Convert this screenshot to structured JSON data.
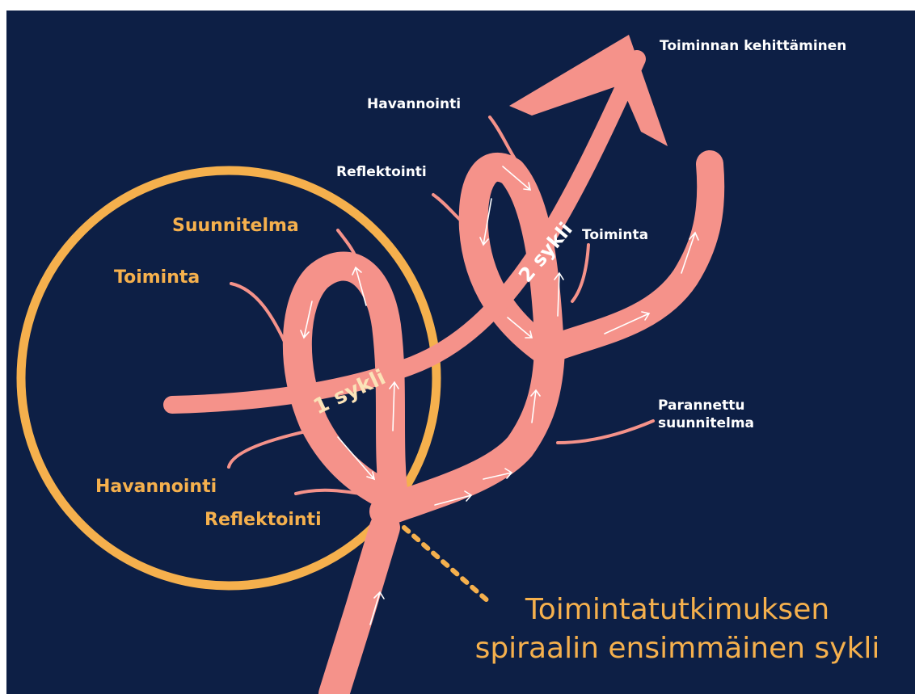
{
  "colors": {
    "background": "#0d1f45",
    "spiral": "#f5928a",
    "highlight_circle": "#f5b04d",
    "white_text": "#ffffff",
    "cycle_text": "#fbe3b8"
  },
  "labels": {
    "top_right": "Toiminnan kehittäminen",
    "cycle2_havannointi": "Havannointi",
    "cycle2_reflektointi": "Reflektointi",
    "cycle2_toiminta": "Toiminta",
    "parannettu": "Parannettu suunnitelma",
    "cycle1_suunnitelma": "Suunnitelma",
    "cycle1_toiminta": "Toiminta",
    "cycle1_havannointi": "Havannointi",
    "cycle1_reflektointi": "Reflektointi"
  },
  "cycles": {
    "first": "1 sykli",
    "second": "2 sykli"
  },
  "caption": {
    "line1": "Toimintatutkimuksen",
    "line2": "spiraalin ensimmäinen sykli"
  }
}
